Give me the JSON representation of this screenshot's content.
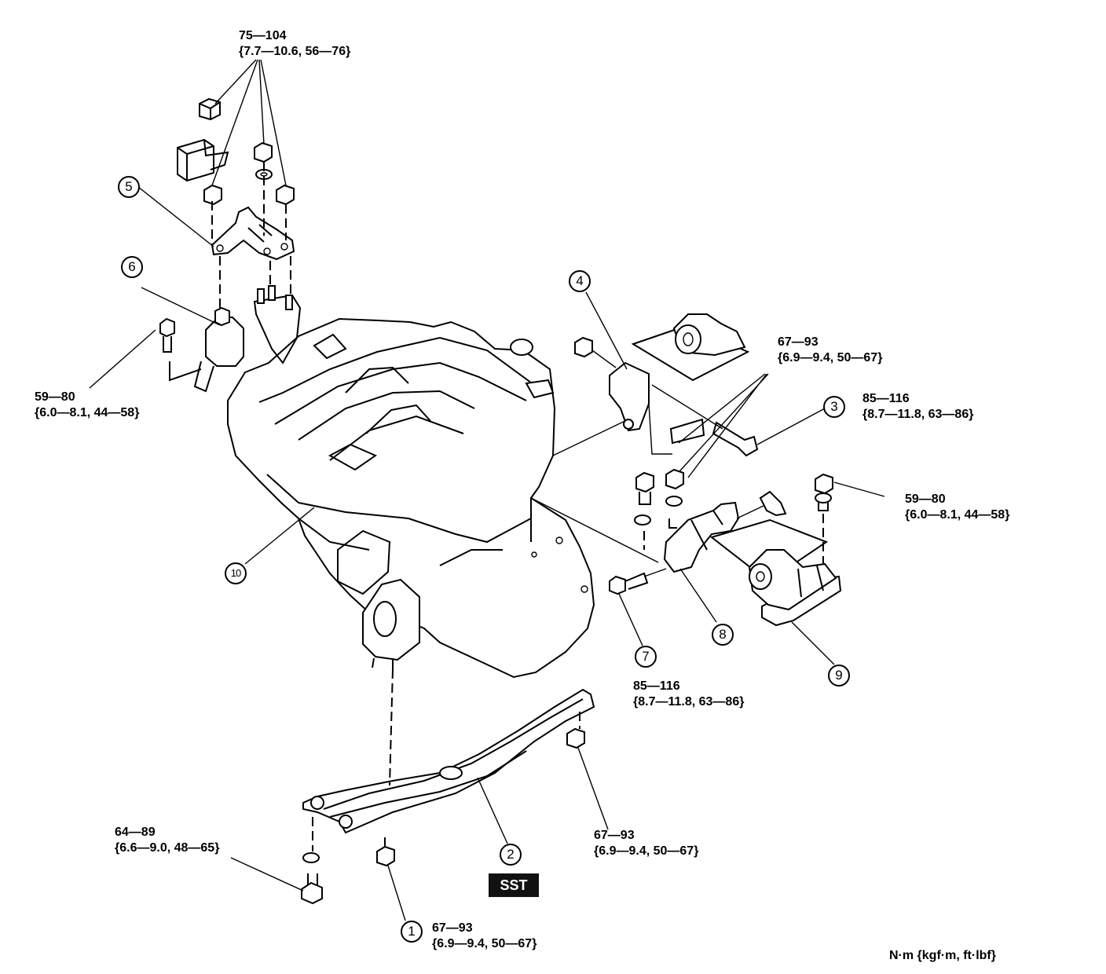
{
  "parts": [
    {
      "id": "part-1",
      "label": "1"
    },
    {
      "id": "part-2",
      "label": "2"
    },
    {
      "id": "part-3",
      "label": "3"
    },
    {
      "id": "part-4",
      "label": "4"
    },
    {
      "id": "part-5",
      "label": "5"
    },
    {
      "id": "part-6",
      "label": "6"
    },
    {
      "id": "part-7",
      "label": "7"
    },
    {
      "id": "part-8",
      "label": "8"
    },
    {
      "id": "part-9",
      "label": "9"
    },
    {
      "id": "part-10",
      "label": "10"
    }
  ],
  "torque_specs": {
    "top_nuts": {
      "line1": "75—104",
      "line2": "{7.7—10.6, 56—76}"
    },
    "left_bolt": {
      "line1": "59—80",
      "line2": "{6.0—8.1, 44—58}"
    },
    "right_upper": {
      "line1": "67—93",
      "line2": "{6.9—9.4, 50—67}"
    },
    "part3_bolt": {
      "line1": "85—116",
      "line2": "{8.7—11.8, 63—86}"
    },
    "right_bolt": {
      "line1": "59—80",
      "line2": "{6.0—8.1, 44—58}"
    },
    "part7_bolt": {
      "line1": "85—116",
      "line2": "{8.7—11.8, 63—86}"
    },
    "crossmember_left": {
      "line1": "64—89",
      "line2": "{6.6—9.0, 48—65}"
    },
    "crossmember_right": {
      "line1": "67—93",
      "line2": "{6.9—9.4, 50—67}"
    },
    "part1_nut": {
      "line1": "67—93",
      "line2": "{6.9—9.4, 50—67}"
    }
  },
  "sst_label": "SST",
  "units_label": "N·m {kgf·m, ft·lbf}"
}
